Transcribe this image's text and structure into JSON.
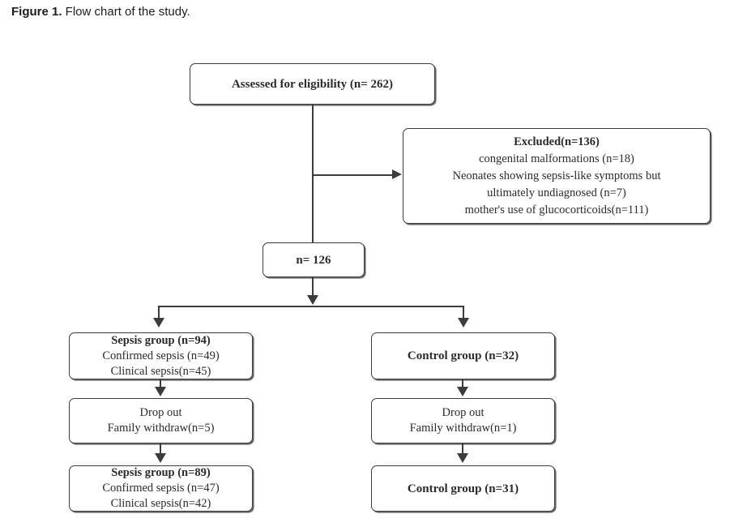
{
  "figure": {
    "caption_label": "Figure 1.",
    "caption_text": " Flow chart of the study.",
    "line_color": "#3c3c3c",
    "box_border_color": "#3c3c3c",
    "background": "#ffffff",
    "text_color": "#2b2b2b"
  },
  "chart_data": {
    "type": "diagram",
    "title": "Flow chart of the study",
    "diagram_kind": "CONSORT-style participant flow chart",
    "nodes": [
      {
        "id": "assessed",
        "lines": [
          {
            "text": "Assessed for eligibility (n= 262)",
            "bold": true
          }
        ]
      },
      {
        "id": "excluded",
        "lines": [
          {
            "text": "Excluded(n=136)",
            "bold": true
          },
          {
            "text": "congenital malformations (n=18)",
            "bold": false
          },
          {
            "text": "Neonates showing sepsis-like symptoms but",
            "bold": false
          },
          {
            "text": "ultimately undiagnosed (n=7)",
            "bold": false
          },
          {
            "text": "mother's use of glucocorticoids(n=111)",
            "bold": false
          }
        ]
      },
      {
        "id": "n126",
        "lines": [
          {
            "text": "n= 126",
            "bold": true
          }
        ]
      },
      {
        "id": "sepsis94",
        "lines": [
          {
            "text": "Sepsis group (n=94)",
            "bold": true
          },
          {
            "text": "Confirmed sepsis (n=49)",
            "bold": false
          },
          {
            "text": "Clinical sepsis(n=45)",
            "bold": false
          }
        ]
      },
      {
        "id": "control32",
        "lines": [
          {
            "text": "Control group (n=32)",
            "bold": true
          }
        ]
      },
      {
        "id": "dropout_left",
        "lines": [
          {
            "text": "Drop out",
            "bold": false
          },
          {
            "text": "Family withdraw(n=5)",
            "bold": false
          }
        ]
      },
      {
        "id": "dropout_right",
        "lines": [
          {
            "text": "Drop out",
            "bold": false
          },
          {
            "text": "Family withdraw(n=1)",
            "bold": false
          }
        ]
      },
      {
        "id": "sepsis89",
        "lines": [
          {
            "text": "Sepsis group (n=89)",
            "bold": true
          },
          {
            "text": "Confirmed sepsis (n=47)",
            "bold": false
          },
          {
            "text": "Clinical sepsis(n=42)",
            "bold": false
          }
        ]
      },
      {
        "id": "control31",
        "lines": [
          {
            "text": "Control group (n=31)",
            "bold": true
          }
        ]
      }
    ],
    "counts": {
      "assessed_for_eligibility": 262,
      "excluded_total": 136,
      "excluded_congenital_malformations": 18,
      "excluded_sepsis_like_undiagnosed": 7,
      "excluded_maternal_glucocorticoids": 111,
      "enrolled": 126,
      "sepsis_group_initial": 94,
      "sepsis_confirmed_initial": 49,
      "sepsis_clinical_initial": 45,
      "control_group_initial": 32,
      "sepsis_dropout_family_withdraw": 5,
      "control_dropout_family_withdraw": 1,
      "sepsis_group_final": 89,
      "sepsis_confirmed_final": 47,
      "sepsis_clinical_final": 42,
      "control_group_final": 31
    },
    "edges": [
      {
        "from": "assessed",
        "to": "excluded",
        "direction": "right"
      },
      {
        "from": "assessed",
        "to": "n126",
        "direction": "down"
      },
      {
        "from": "n126",
        "to": "sepsis94",
        "direction": "down-left"
      },
      {
        "from": "n126",
        "to": "control32",
        "direction": "down-right"
      },
      {
        "from": "sepsis94",
        "to": "dropout_left",
        "direction": "down"
      },
      {
        "from": "dropout_left",
        "to": "sepsis89",
        "direction": "down"
      },
      {
        "from": "control32",
        "to": "dropout_right",
        "direction": "down"
      },
      {
        "from": "dropout_right",
        "to": "control31",
        "direction": "down"
      }
    ]
  }
}
